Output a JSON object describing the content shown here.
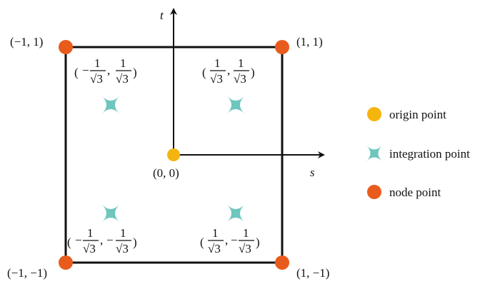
{
  "axes": {
    "horizontal": "s",
    "vertical": "t"
  },
  "colors": {
    "origin": "#f5b50f",
    "integration": "#6ec6bd",
    "node": "#e85b1c",
    "line": "#111111"
  },
  "points": {
    "origin": {
      "label": "(0, 0)"
    },
    "nodes": [
      {
        "id": "top-left",
        "label": "(−1, 1)"
      },
      {
        "id": "top-right",
        "label": "(1, 1)"
      },
      {
        "id": "bottom-left",
        "label": "(−1, −1)"
      },
      {
        "id": "bottom-right",
        "label": "(1, −1)"
      }
    ],
    "integration": [
      {
        "id": "upper-left",
        "sign_x": "−",
        "sign_y": "",
        "num": "1",
        "den": "√3"
      },
      {
        "id": "upper-right",
        "sign_x": "",
        "sign_y": "",
        "num": "1",
        "den": "√3"
      },
      {
        "id": "lower-left",
        "sign_x": "−",
        "sign_y": "−",
        "num": "1",
        "den": "√3"
      },
      {
        "id": "lower-right",
        "sign_x": "",
        "sign_y": "−",
        "num": "1",
        "den": "√3"
      }
    ]
  },
  "legend": [
    {
      "label": "origin point",
      "icon": "origin-dot-icon"
    },
    {
      "label": "integration point",
      "icon": "integration-star-icon"
    },
    {
      "label": "node point",
      "icon": "node-dot-icon"
    }
  ]
}
